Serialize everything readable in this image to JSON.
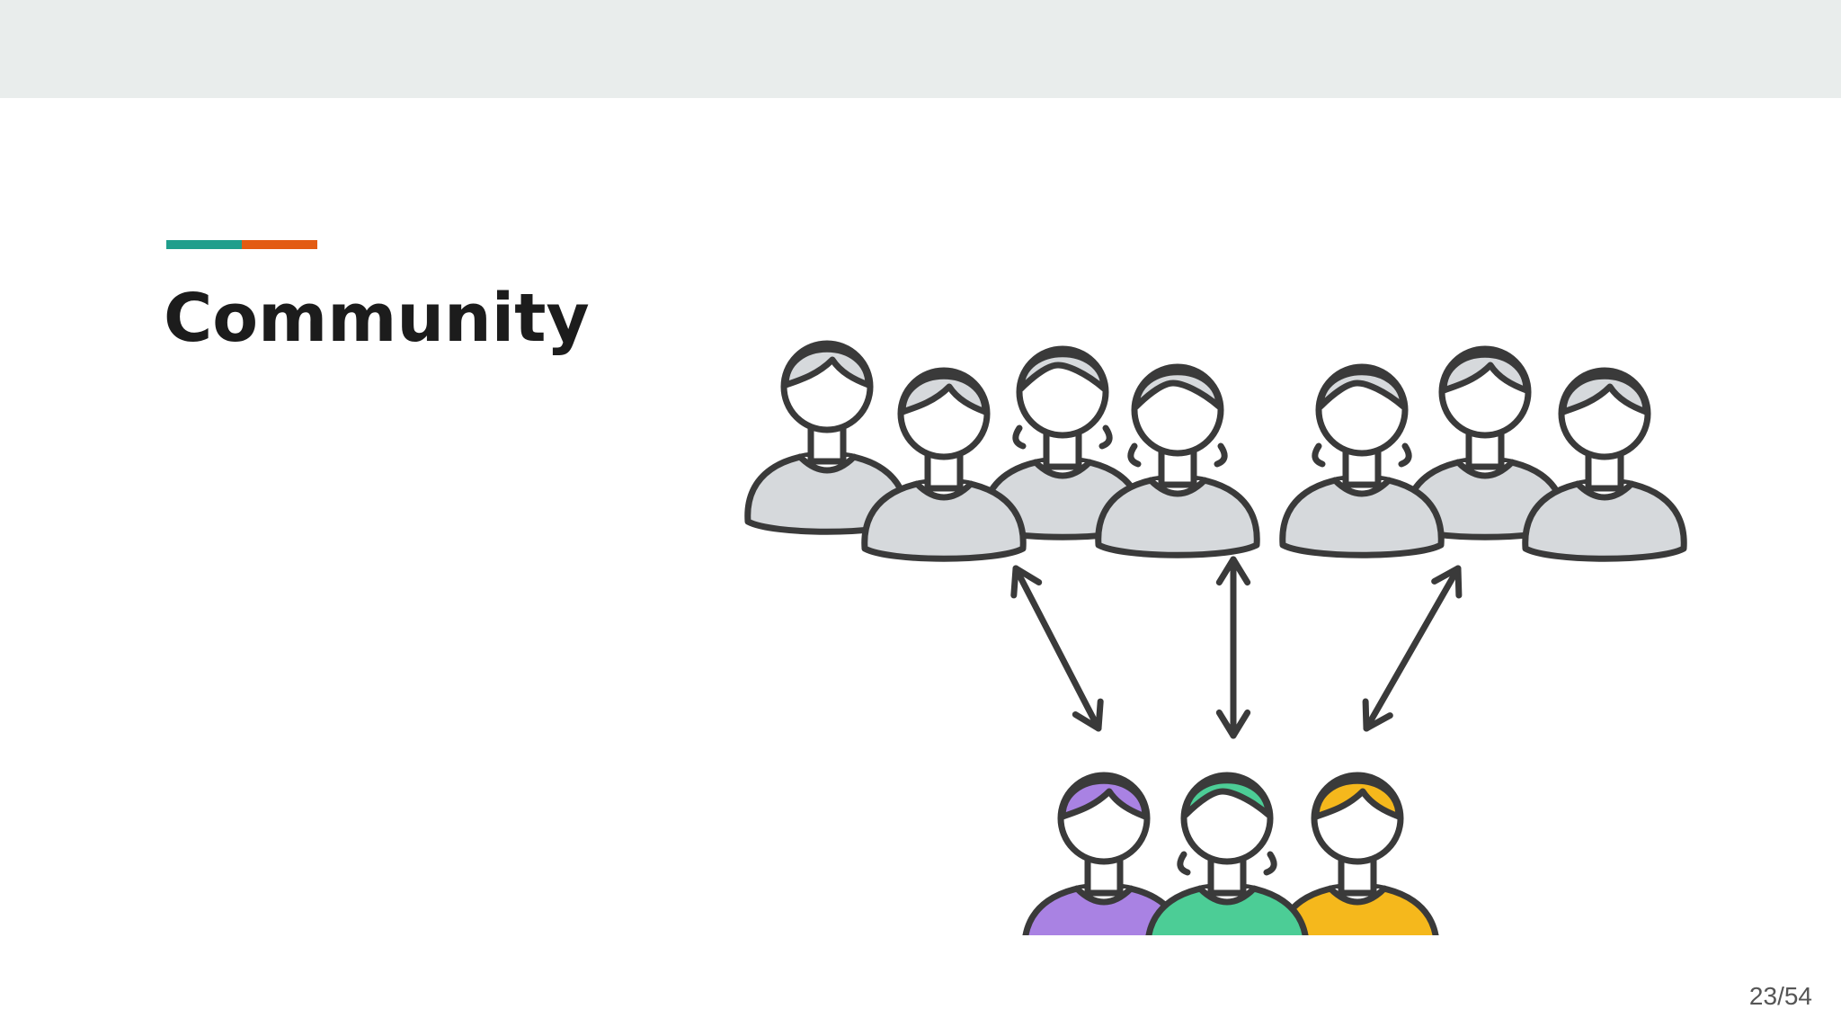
{
  "slide": {
    "title": "Community",
    "page_number": "23/54"
  },
  "colors": {
    "top_bar": "#e9edec",
    "accent_teal": "#1f9e8c",
    "accent_orange": "#e35b12",
    "person_gray": "#d6d9dc",
    "person_purple": "#a982e3",
    "person_green": "#4ccd96",
    "person_yellow": "#f5b81c",
    "outline": "#3a3a3a"
  },
  "illustration": {
    "top_group": [
      {
        "hair": "short",
        "color": "person_gray"
      },
      {
        "hair": "short",
        "color": "person_gray"
      },
      {
        "hair": "long",
        "color": "person_gray"
      },
      {
        "hair": "long",
        "color": "person_gray"
      },
      {
        "hair": "long",
        "color": "person_gray"
      },
      {
        "hair": "short",
        "color": "person_gray"
      },
      {
        "hair": "short",
        "color": "person_gray"
      }
    ],
    "bottom_group": [
      {
        "hair": "short",
        "color": "person_purple"
      },
      {
        "hair": "long",
        "color": "person_green"
      },
      {
        "hair": "short",
        "color": "person_yellow"
      }
    ],
    "arrows": [
      "double-arrow",
      "double-arrow",
      "double-arrow"
    ]
  }
}
